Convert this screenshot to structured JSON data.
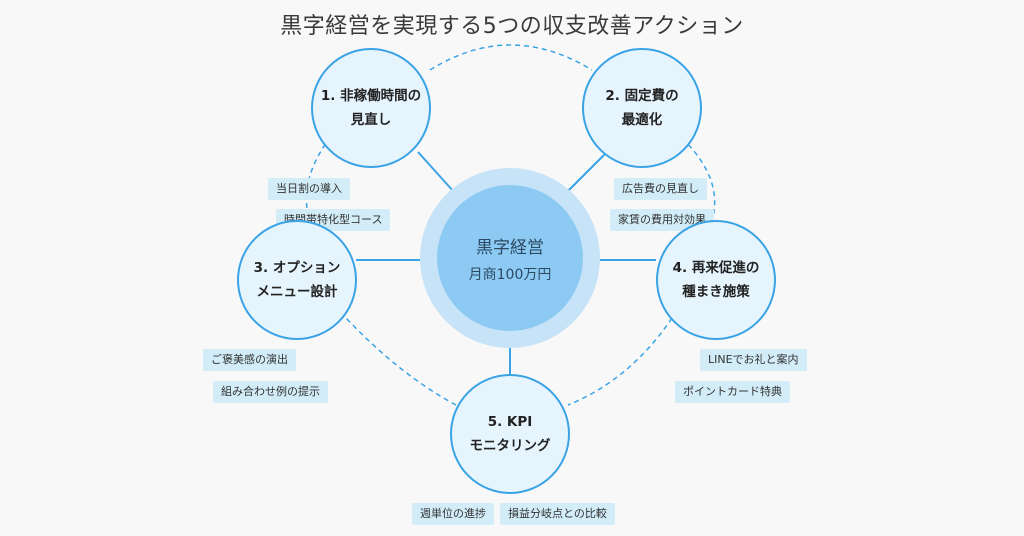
{
  "title": "黒字経営を実現する5つの収支改善アクション",
  "center": {
    "title": "黒字経営",
    "subtitle": "月商100万円"
  },
  "nodes": [
    {
      "label": "1. 非稼働時間の\n見直し",
      "tags": [
        "当日割の導入",
        "時間帯特化型コース"
      ]
    },
    {
      "label": "2. 固定費の\n最適化",
      "tags": [
        "広告費の見直し",
        "家賃の費用対効果"
      ]
    },
    {
      "label": "3. オプション\nメニュー設計",
      "tags": [
        "ご褒美感の演出",
        "組み合わせ例の提示"
      ]
    },
    {
      "label": "4. 再来促進の\n種まき施策",
      "tags": [
        "LINEでお礼と案内",
        "ポイントカード特典"
      ]
    },
    {
      "label": "5. KPI\nモニタリング",
      "tags": [
        "週単位の進捗",
        "損益分岐点との比較"
      ]
    }
  ],
  "colors": {
    "accent": "#3aa3e6",
    "node_fill": "#e6f4fd",
    "center": "#8ccaf4",
    "halo": "#c7e3f7",
    "tag": "#d2ecf8"
  }
}
